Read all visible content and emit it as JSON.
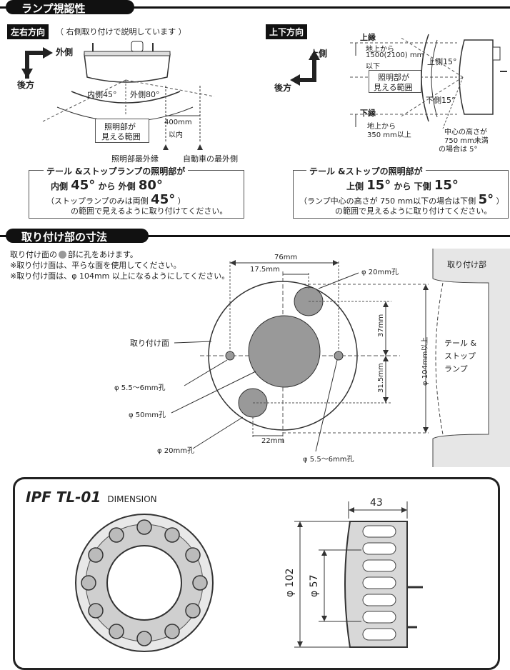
{
  "section1": {
    "title": "ランプ視認性",
    "horizontal": {
      "tag": "左右方向",
      "note": "（ 右側取り付けで説明しています ）",
      "outer": "外側",
      "rear": "後方",
      "inner_angle": "内側45°",
      "outer_angle": "外側80°",
      "visible_1": "照明部が",
      "visible_2": "見える範囲",
      "dist_1": "400mm",
      "dist_2": "以内",
      "edge_light": "照明部最外縁",
      "edge_car": "自動車の最外側"
    },
    "vertical": {
      "tag": "上下方向",
      "up": "上側",
      "rear": "後方",
      "upper_edge": "上縁",
      "upper_1": "地上から",
      "upper_2": "1500(2100) mm",
      "upper_3": "以下",
      "up_angle": "上側15°",
      "down_angle": "下側15°",
      "visible_1": "照明部が",
      "visible_2": "見える範囲",
      "lower_edge": "下縁",
      "lower_1": "地上から",
      "lower_2": "350 mm以上",
      "center_1": "中心の高さが",
      "center_2": "750 mm未満",
      "center_3": "の場合は 5°"
    },
    "note_left": {
      "line1": "テール &ストップランプの照明部が",
      "line2_a": "内側",
      "line2_b": "45°",
      "line2_c": "から  外側",
      "line2_d": "80°",
      "line3_a": "（ストップランプのみは両側",
      "line3_b": "45°",
      "line3_c": "）",
      "line4": "の範囲で見えるように取り付けてください。"
    },
    "note_right": {
      "line1": "テール &ストップの照明部が",
      "line2_a": "上側",
      "line2_b": "15°",
      "line2_c": "から  下側",
      "line2_d": "15°",
      "line3_a": "（ランプ中心の高さが 750 mm以下の場合は下側",
      "line3_b": "5°",
      "line3_c": "）",
      "line4": "の範囲で見えるように取り付けてください。"
    }
  },
  "section2": {
    "title": "取り付け部の寸法",
    "note1": "取り付け面の",
    "note1b": "部に孔をあけます。",
    "note2": "※取り付け面は、平らな面を使用してください。",
    "note3": "※取り付け面は、φ 104mm 以上になるようにしてください。",
    "dim_76": "76mm",
    "dim_175": "17.5mm",
    "hole_20_top": "φ 20mm孔",
    "dim_37": "37mm",
    "dim_315": "31.5mm",
    "dim_22": "22mm",
    "mount_face": "取り付け面",
    "hole_55_left": "φ 5.5～6mm孔",
    "hole_50": "φ 50mm孔",
    "hole_20_bottom": "φ 20mm孔",
    "hole_55_bottom": "φ 5.5～6mm孔",
    "dia_104": "φ 104mm以上",
    "mount_part": "取り付け部",
    "lamp_1": "テール &",
    "lamp_2": "ストップ",
    "lamp_3": "ランプ"
  },
  "section3": {
    "model": "IPF TL-01",
    "label": "DIMENSION",
    "dim_43": "43",
    "dim_102": "φ 102",
    "dim_57": "φ 57"
  }
}
